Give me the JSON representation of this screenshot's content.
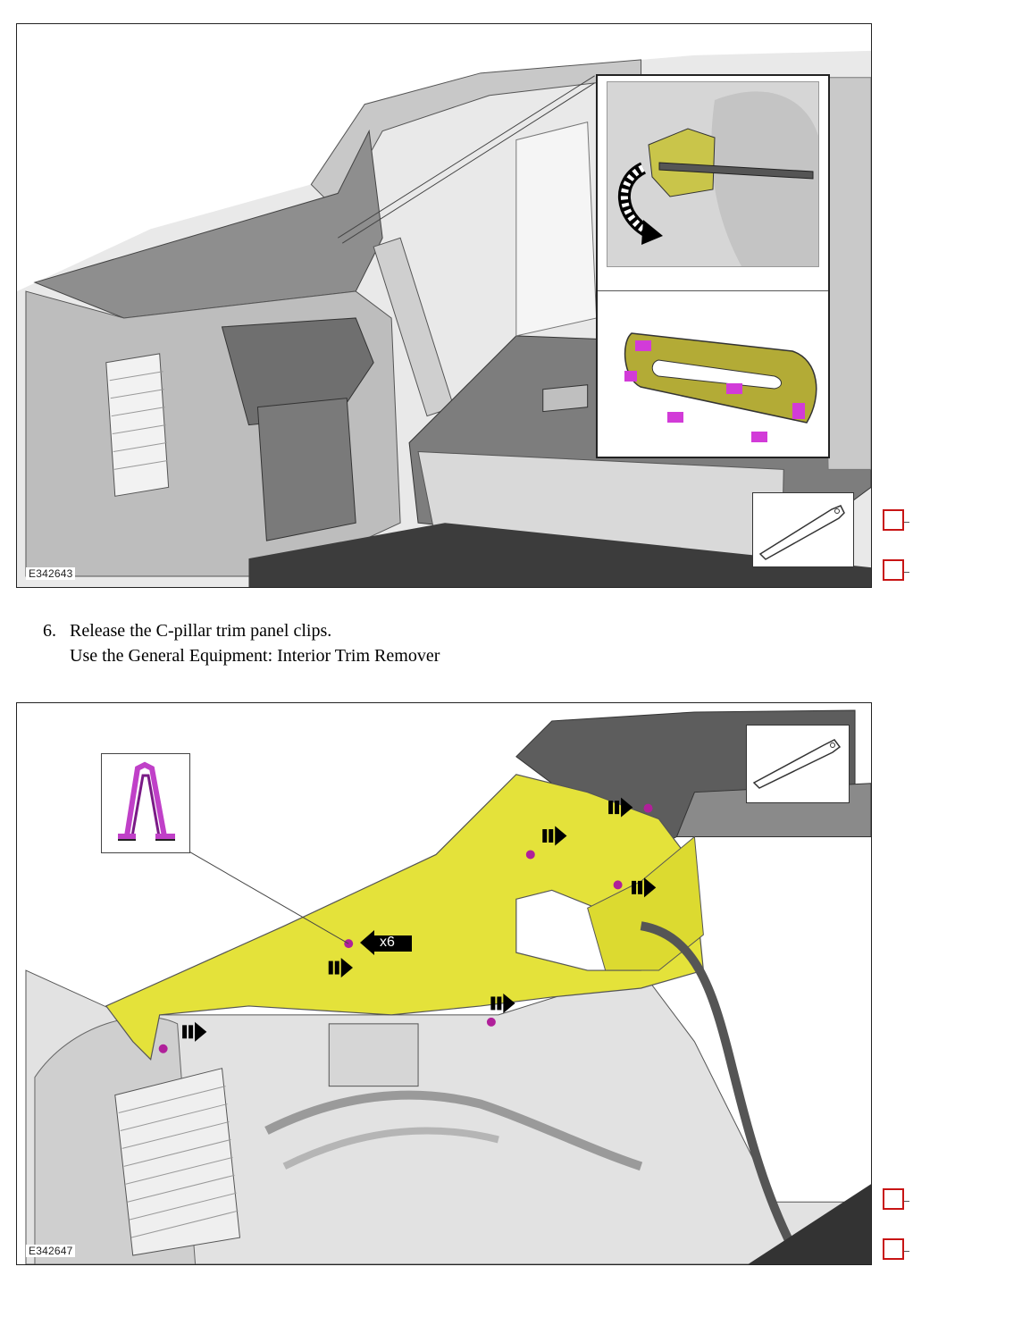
{
  "figure_top": {
    "id_label": "E342643",
    "tool_icon": "interior-trim-remover-icon",
    "inset_icons": [
      "trim-remover-pry-icon",
      "rotate-arrow-icon",
      "trim-clip-bracket-icon"
    ]
  },
  "step": {
    "number": "6.",
    "instruction": "Release the C-pillar trim panel clips.",
    "equipment": "Use the General Equipment: Interior Trim Remover"
  },
  "figure_bottom": {
    "id_label": "E342647",
    "callout_count": "x6",
    "tool_icon": "interior-trim-remover-icon",
    "clip_icon": "trim-clip-icon",
    "colors": {
      "panel_highlight": "#e4e23a",
      "clip_points": "#b0209a",
      "clip_icon": "#c040c8"
    }
  },
  "checkboxes": {
    "count": 4,
    "color": "#c81414"
  }
}
